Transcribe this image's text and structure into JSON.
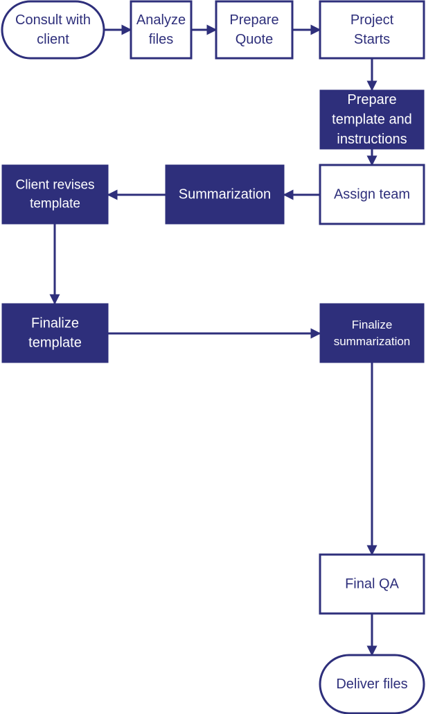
{
  "colors": {
    "accent": "#2e2f7b",
    "light_fill": "#ffffff",
    "dark_text": "#2e2f7b",
    "light_text": "#ffffff"
  },
  "nodes": {
    "consult": {
      "label_lines": [
        "Consult with",
        "client"
      ],
      "shape": "rounded-terminal",
      "style": "light"
    },
    "analyze": {
      "label_lines": [
        "Analyze",
        "files"
      ],
      "shape": "rect",
      "style": "light"
    },
    "quote": {
      "label_lines": [
        "Prepare",
        "Quote"
      ],
      "shape": "rect",
      "style": "light"
    },
    "project": {
      "label_lines": [
        "Project",
        "Starts"
      ],
      "shape": "rect",
      "style": "light"
    },
    "template": {
      "label_lines": [
        "Prepare",
        "template and",
        "instructions"
      ],
      "shape": "rect",
      "style": "dark"
    },
    "assign": {
      "label_lines": [
        "Assign team"
      ],
      "shape": "rect",
      "style": "light"
    },
    "summarization": {
      "label_lines": [
        "Summarization"
      ],
      "shape": "rect",
      "style": "dark"
    },
    "client_revises": {
      "label_lines": [
        "Client revises",
        "template"
      ],
      "shape": "rect",
      "style": "dark"
    },
    "finalize_template": {
      "label_lines": [
        "Finalize",
        "template"
      ],
      "shape": "rect",
      "style": "dark"
    },
    "finalize_summarization": {
      "label_lines": [
        "Finalize",
        "summarization"
      ],
      "shape": "rect",
      "style": "dark"
    },
    "final_qa": {
      "label_lines": [
        "Final QA"
      ],
      "shape": "rect",
      "style": "light"
    },
    "deliver": {
      "label_lines": [
        "Deliver files"
      ],
      "shape": "rounded-terminal",
      "style": "light"
    }
  },
  "edges": [
    {
      "from": "consult",
      "to": "analyze"
    },
    {
      "from": "analyze",
      "to": "quote"
    },
    {
      "from": "quote",
      "to": "project"
    },
    {
      "from": "project",
      "to": "template"
    },
    {
      "from": "template",
      "to": "assign"
    },
    {
      "from": "assign",
      "to": "summarization"
    },
    {
      "from": "summarization",
      "to": "client_revises"
    },
    {
      "from": "client_revises",
      "to": "finalize_template"
    },
    {
      "from": "finalize_template",
      "to": "finalize_summarization"
    },
    {
      "from": "finalize_summarization",
      "to": "final_qa"
    },
    {
      "from": "final_qa",
      "to": "deliver"
    }
  ]
}
